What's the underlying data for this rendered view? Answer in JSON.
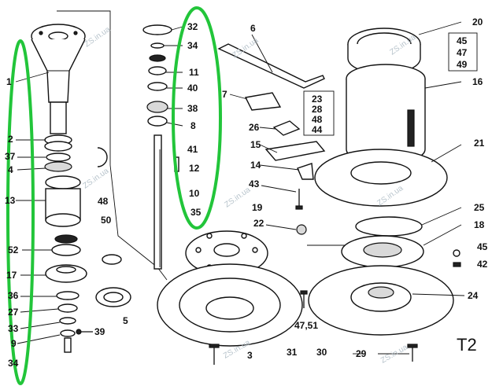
{
  "title": "T2",
  "watermark": "ZS.in.ua",
  "highlight_color": "#22c53a",
  "left_column_labels": [
    "1",
    "2",
    "37",
    "4",
    "13",
    "52",
    "17",
    "36",
    "27",
    "33",
    "9",
    "34"
  ],
  "left_side_labels": [
    "48",
    "50",
    "5",
    "39"
  ],
  "shaft_labels": [
    "32",
    "34",
    "11",
    "40",
    "38",
    "8",
    "41",
    "12",
    "10",
    "35"
  ],
  "middle_labels": [
    "6",
    "7",
    "26",
    "15",
    "14",
    "43",
    "19",
    "22",
    "3",
    "31"
  ],
  "box_a": [
    "23",
    "28",
    "48",
    "44"
  ],
  "box_b": [
    "45",
    "47",
    "49"
  ],
  "right_labels": [
    "20",
    "16",
    "21",
    "25",
    "18",
    "45",
    "42",
    "24",
    "30",
    "29",
    "47,51"
  ]
}
